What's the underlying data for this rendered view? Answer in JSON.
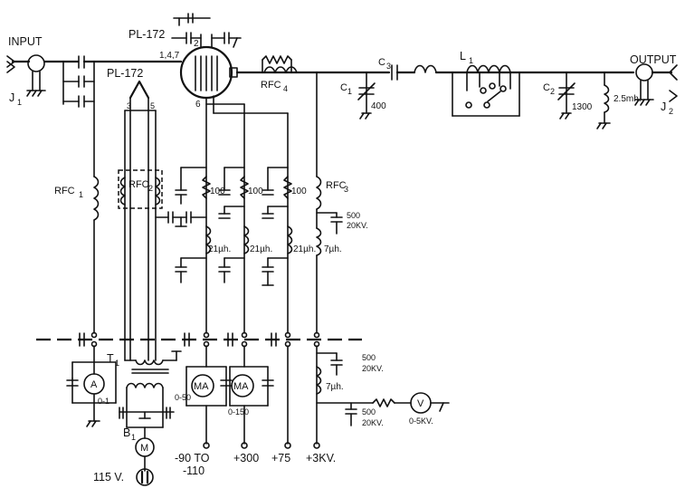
{
  "labels": {
    "input": "INPUT",
    "output": "OUTPUT",
    "j1": "J",
    "j1_sub": "1",
    "j2": "J",
    "j2_sub": "2",
    "tube_main": "PL-172",
    "tube_rect": "PL-172",
    "pins_147": "1,4,7",
    "pin2": "2",
    "pin3": "3",
    "pin5": "5",
    "pin6": "6",
    "rfc1": "RFC",
    "rfc1_sub": "1",
    "rfc2": "RFC",
    "rfc2_sub": "2",
    "rfc3": "RFC",
    "rfc3_sub": "3",
    "rfc4": "RFC",
    "rfc4_sub": "4",
    "c1": "C",
    "c1_sub": "1",
    "c1_val": "400",
    "c2": "C",
    "c2_sub": "2",
    "c2_val": "1300",
    "c3": "C",
    "c3_sub": "3",
    "l1": "L",
    "l1_sub": "1",
    "choke_out": "2.5mh.",
    "r100a": "100",
    "r100b": "100",
    "r100c": "100",
    "ind21a": "21µh.",
    "ind21b": "21µh.",
    "ind21c": "21µh.",
    "ind7a": "7µh.",
    "ind7b": "7µh.",
    "cap500a_top": "500",
    "cap500a_bot": "20KV.",
    "cap500b_top": "500",
    "cap500b_bot": "20KV.",
    "cap500c_top": "500",
    "cap500c_bot": "20KV.",
    "t1": "T",
    "t1_sub": "1",
    "b1": "B",
    "b1_sub": "1",
    "meter_a": "A",
    "meter_a_range": "0-1",
    "meter_ma1": "MA",
    "meter_ma1_range": "0-50",
    "meter_ma2": "MA",
    "meter_ma2_range": "0-150",
    "meter_v": "V",
    "meter_v_range": "0-5KV.",
    "motor": "M",
    "mains": "115 V.",
    "supply_grid_a": "-90 TO",
    "supply_grid_b": "-110",
    "supply_300": "+300",
    "supply_75": "+75",
    "supply_3kv": "+3KV."
  }
}
